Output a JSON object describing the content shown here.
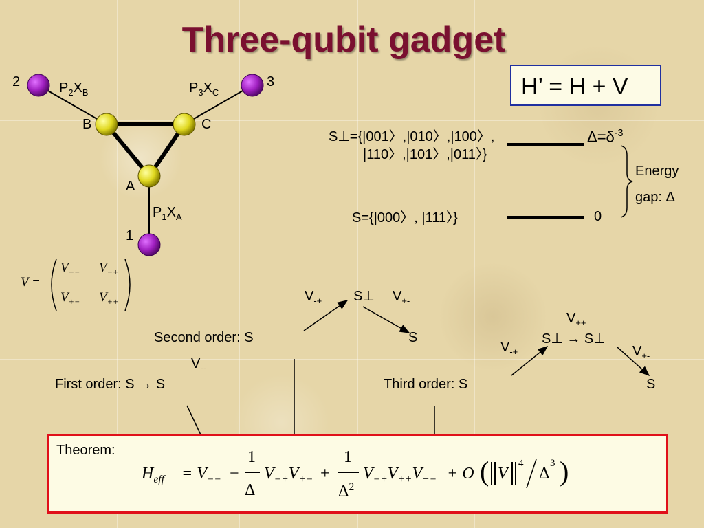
{
  "title": "Three-qubit gadget",
  "hamiltonian_box": "H’ = H + V",
  "graph": {
    "node_labels": {
      "q2": "2",
      "q3": "3",
      "b": "B",
      "c": "C",
      "a": "A",
      "q1": "1"
    },
    "edge_labels": {
      "p2": "P",
      "p2_sub": "2",
      "x2": "X",
      "x2_sub": "B",
      "p3": "P",
      "p3_sub": "3",
      "x3": "X",
      "x3_sub": "C",
      "p1": "P",
      "p1_sub": "1",
      "x1": "X",
      "x1_sub": "A"
    },
    "colors": {
      "outer_node": "#a020c0",
      "inner_node": "#e8e020",
      "edge": "#000000"
    }
  },
  "matrix": {
    "lhs": "V =",
    "v11": "V",
    "v11_sub": "−−",
    "v12": "V",
    "v12_sub": "−+",
    "v21": "V",
    "v21_sub": "+−",
    "v22": "V",
    "v22_sub": "++"
  },
  "levels": {
    "s_perp_line1": "S⊥={|001〉,|010〉,|100〉,",
    "s_perp_line2": "|110〉,|101〉,|011〉}",
    "s_line": "S={|000〉, |111〉}",
    "delta_label": "Δ=δ",
    "delta_exp": "-3",
    "zero_label": "0",
    "gap_line1": "Energy",
    "gap_line2": "gap: Δ"
  },
  "orders": {
    "second_prefix": "Second order: S",
    "second_end": "S",
    "second_mid": "S⊥",
    "second_v1": "V",
    "second_v1_sub": "-+",
    "second_v2": "V",
    "second_v2_sub": "+-",
    "first_text": "First order: S  →  S",
    "first_v": "V",
    "first_v_sub": "--",
    "third_prefix": "Third order: S",
    "third_end": "S",
    "third_mid": "S⊥  →  S⊥",
    "third_vpp": "V",
    "third_vpp_sub": "++",
    "third_v1": "V",
    "third_v1_sub": "-+",
    "third_v2": "V",
    "third_v2_sub": "+-"
  },
  "theorem": {
    "label": "Theorem:",
    "h": "H",
    "h_sub": "eff",
    "eq": "= V",
    "eq_sub": "−−",
    "minus": "−",
    "frac1_num": "1",
    "frac1_den": "Δ",
    "term2": "V",
    "term2_sub1": "−+",
    "term2b": "V",
    "term2_sub2": "+−",
    "plus": "+",
    "frac2_num": "1",
    "frac2_den": "Δ",
    "frac2_den_exp": "2",
    "term3a": "V",
    "term3a_sub": "−+",
    "term3b": "V",
    "term3b_sub": "++",
    "term3c": "V",
    "term3c_sub": "+−",
    "big_o": "+ O",
    "norm_v": "V",
    "norm_exp": "4",
    "delta3": "Δ",
    "delta3_exp": "3"
  },
  "colors": {
    "title": "#7a1030",
    "box_border": "#2030a0",
    "theorem_border": "#e0101a",
    "background": "#e6d6a8"
  }
}
